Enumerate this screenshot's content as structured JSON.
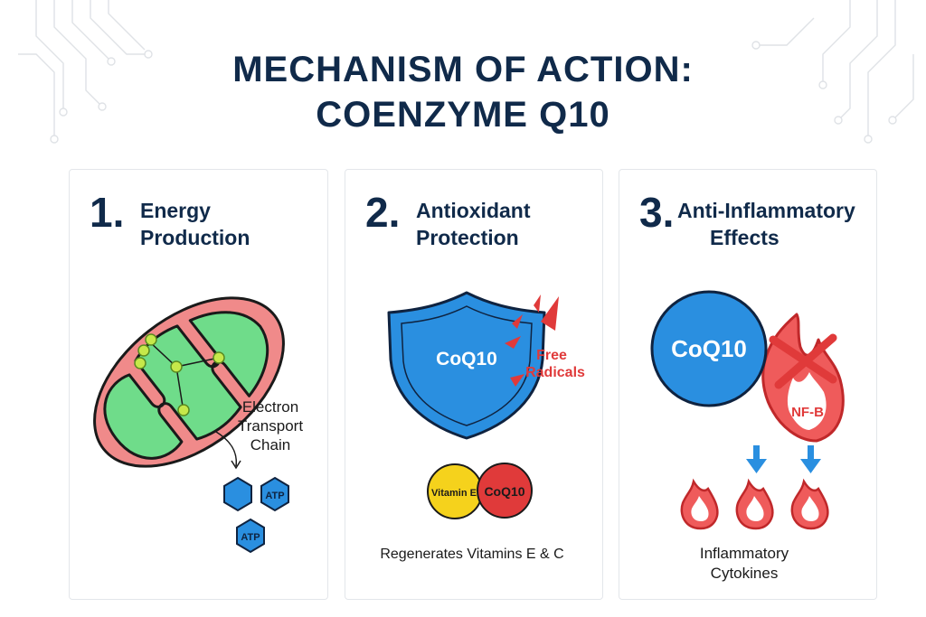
{
  "title": {
    "line1": "MECHANISM OF ACTION:",
    "line2": "COENZYME Q10"
  },
  "panels": [
    {
      "number": "1.",
      "title_line1": "Energy",
      "title_line2": "Production",
      "label_line1": "Electron",
      "label_line2": "Transport",
      "label_line3": "Chain",
      "atp_label": "ATP"
    },
    {
      "number": "2.",
      "title_line1": "Antioxidant",
      "title_line2": "Protection",
      "shield_label": "CoQ10",
      "radicals_line1": "Free",
      "radicals_line2": "Radicals",
      "vitamin_label": "Vitamin E",
      "coq10_circle_label": "CoQ10",
      "caption": "Regenerates Vitamins E & C"
    },
    {
      "number": "3.",
      "title_line1": "Anti-Inflammatory",
      "title_line2": "Effects",
      "coq10_label": "CoQ10",
      "nfb_label": "NF-B",
      "caption_line1": "Inflammatory",
      "caption_line2": "Cytokines"
    }
  ],
  "colors": {
    "navy": "#102a4a",
    "blue": "#2a8fe0",
    "red": "#e03a3a",
    "green": "#6fdc8a",
    "pink": "#f08a8a",
    "yellow": "#f5d21c"
  }
}
